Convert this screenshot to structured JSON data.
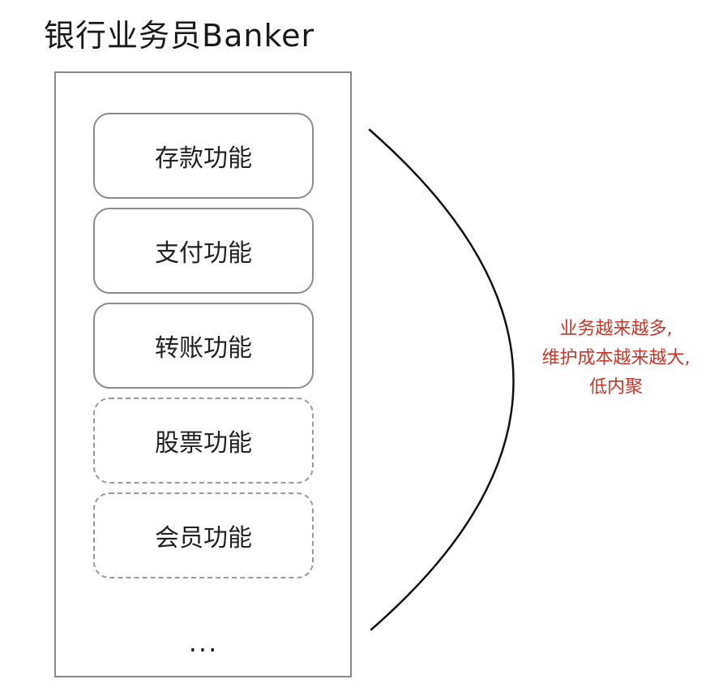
{
  "title": "银行业务员Banker",
  "functions": [
    {
      "label": "存款功能",
      "style": "solid"
    },
    {
      "label": "支付功能",
      "style": "solid"
    },
    {
      "label": "转账功能",
      "style": "solid"
    },
    {
      "label": "股票功能",
      "style": "dashed"
    },
    {
      "label": "会员功能",
      "style": "dashed"
    }
  ],
  "ellipsis": "...",
  "annotation": {
    "lines": [
      "业务越来越多,",
      "维护成本越来越大,",
      "低内聚"
    ],
    "color": "#c0392b"
  }
}
